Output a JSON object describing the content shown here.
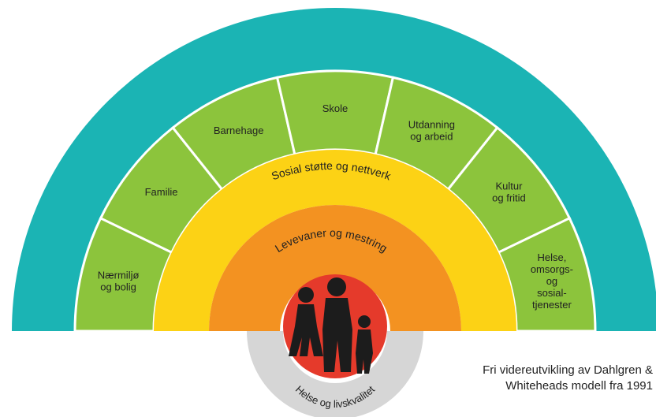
{
  "outer_ring_title": "Sosioøkonomiske, juridiske og kulturelle faktorer",
  "sectors": [
    {
      "lines": [
        "Nærmiljø",
        "og bolig"
      ]
    },
    {
      "lines": [
        "Familie"
      ]
    },
    {
      "lines": [
        "Barnehage"
      ]
    },
    {
      "lines": [
        "Skole"
      ]
    },
    {
      "lines": [
        "Utdanning",
        "og arbeid"
      ]
    },
    {
      "lines": [
        "Kultur",
        "og fritid"
      ]
    },
    {
      "lines": [
        "Helse,",
        "omsorgs-",
        "og",
        "sosial-",
        "tjenester"
      ]
    }
  ],
  "social_ring_label": "Sosial støtte og nettverk",
  "lifestyle_ring_label": "Levevaner og mestring",
  "core_label": "Helse og livskvalitet",
  "caption": {
    "line1": "Fri videreutvikling av Dahlgren &",
    "line2": "Whiteheads modell fra 1991"
  },
  "colors": {
    "outer_ring": "#1bb4b4",
    "sector_fill": "#8cc43c",
    "sector_border": "#ffffff",
    "social_ring": "#fcd215",
    "lifestyle_ring": "#f39221",
    "core_circle": "#e53a2b",
    "base_ring": "#d6d6d6",
    "silhouette": "#1c1c1c",
    "text": "#222222",
    "outer_text": "#ffffff"
  }
}
